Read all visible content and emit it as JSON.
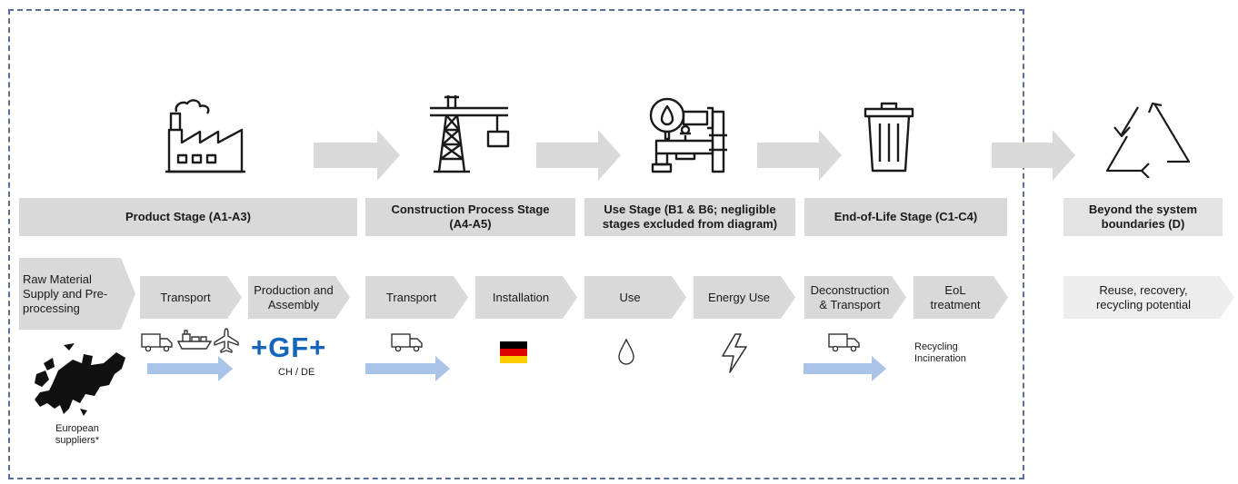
{
  "stages": {
    "product": "Product Stage (A1-A3)",
    "construction": "Construction Process Stage\n(A4-A5)",
    "use": "Use Stage (B1 & B6; negligible\nstages excluded from diagram)",
    "end_of_life": "End-of-Life Stage (C1-C4)",
    "beyond": "Beyond the system\nboundaries (D)"
  },
  "steps": {
    "raw_material": "Raw Material\nSupply and Pre-\nprocessing",
    "transport_a2": "Transport",
    "production": "Production and\nAssembly",
    "transport_a4": "Transport",
    "installation": "Installation",
    "use": "Use",
    "energy_use": "Energy Use",
    "deconstruction": "Deconstruction\n& Transport",
    "eol_treatment": "EoL\ntreatment",
    "reuse": "Reuse, recovery,\nrecycling potential"
  },
  "details": {
    "european_suppliers": "European\nsuppliers*",
    "gf_logo": "+GF+",
    "gf_location": "CH / DE",
    "eol_methods": "Recycling\nIncineration"
  },
  "icons": [
    "factory-icon",
    "crane-icon",
    "pipes-valve-icon",
    "trash-can-icon",
    "recycle-icon",
    "truck-icon",
    "ship-icon",
    "airplane-icon",
    "water-drop-icon",
    "lightning-icon",
    "germany-flag-icon",
    "europe-map-icon"
  ],
  "colors": {
    "stage_bg": "#d9d9d9",
    "flow_arrow": "#aac3e8",
    "boundary": "#5b6f95",
    "gf_blue": "#1566b8"
  }
}
